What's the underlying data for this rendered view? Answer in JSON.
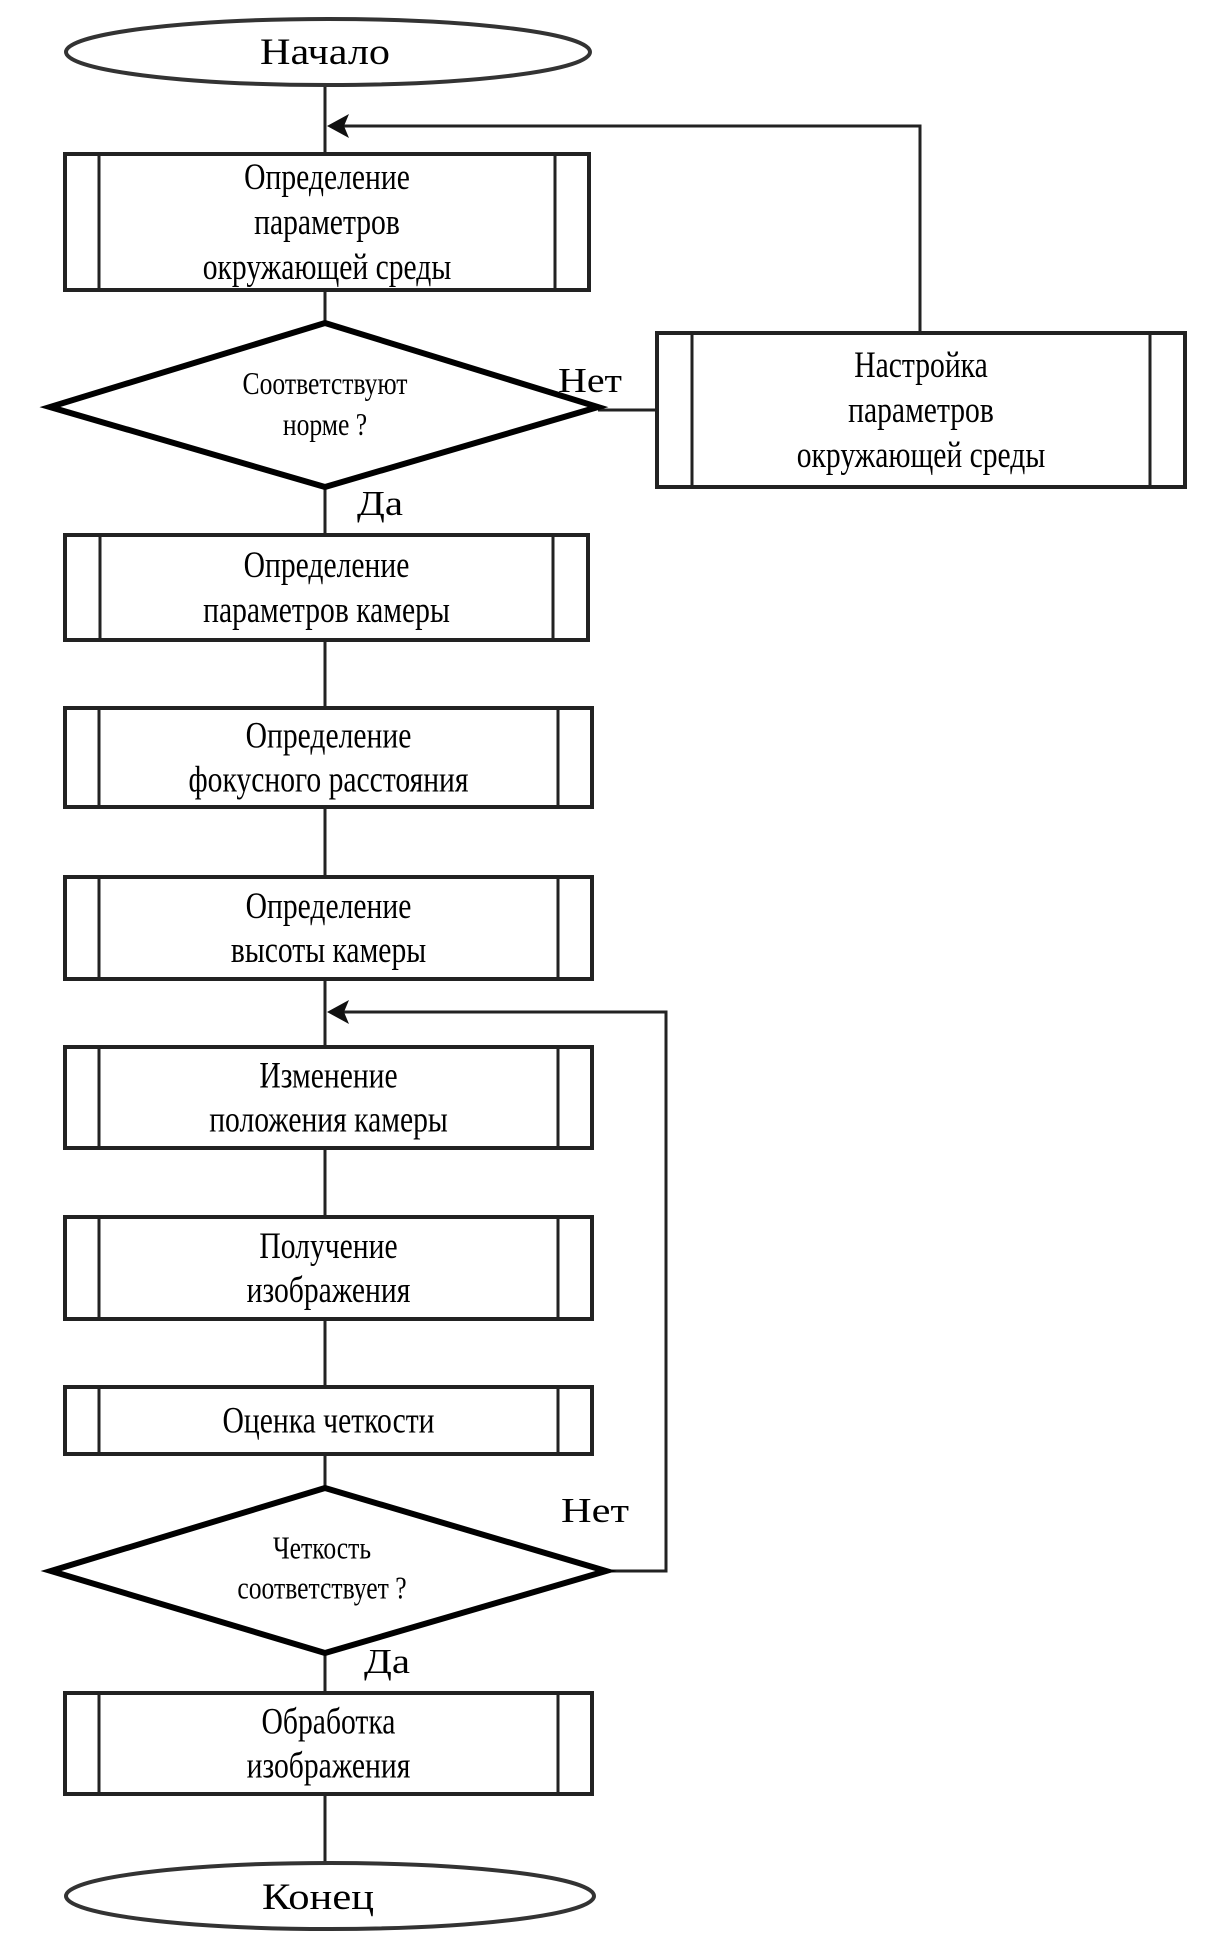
{
  "diagram": {
    "type": "flowchart",
    "colors": {
      "line": "#222222",
      "background": "#ffffff",
      "text": "#000000"
    },
    "nodes": {
      "start": {
        "shape": "terminator",
        "label": "Начало"
      },
      "env_params": {
        "shape": "predefined-process",
        "lines": [
          "Определение",
          "параметров",
          "окружающей среды"
        ]
      },
      "env_check": {
        "shape": "decision",
        "lines": [
          "Соответствуют",
          "норме ?"
        ]
      },
      "env_adjust": {
        "shape": "predefined-process",
        "lines": [
          "Настройка",
          "параметров",
          "окружающей среды"
        ]
      },
      "camera_params": {
        "shape": "predefined-process",
        "lines": [
          "Определение",
          "параметров камеры"
        ]
      },
      "focal_length": {
        "shape": "predefined-process",
        "lines": [
          "Определение",
          "фокусного расстояния"
        ]
      },
      "camera_height": {
        "shape": "predefined-process",
        "lines": [
          "Определение",
          "высоты камеры"
        ]
      },
      "camera_position": {
        "shape": "predefined-process",
        "lines": [
          "Изменение",
          "положения камеры"
        ]
      },
      "get_image": {
        "shape": "predefined-process",
        "lines": [
          "Получение",
          "изображения"
        ]
      },
      "sharpness_eval": {
        "shape": "predefined-process",
        "lines": [
          "Оценка четкости"
        ]
      },
      "sharpness_check": {
        "shape": "decision",
        "lines": [
          "Четкость",
          "соответствует ?"
        ]
      },
      "process_image": {
        "shape": "predefined-process",
        "lines": [
          "Обработка",
          "изображения"
        ]
      },
      "end": {
        "shape": "terminator",
        "label": "Конец"
      }
    },
    "edge_labels": {
      "env_no": "Нет",
      "env_yes": "Да",
      "sharp_no": "Нет",
      "sharp_yes": "Да"
    },
    "edges": [
      {
        "from": "start",
        "to": "env_params"
      },
      {
        "from": "env_params",
        "to": "env_check"
      },
      {
        "from": "env_check",
        "to": "env_adjust",
        "label": "Нет"
      },
      {
        "from": "env_adjust",
        "to": "env_params"
      },
      {
        "from": "env_check",
        "to": "camera_params",
        "label": "Да"
      },
      {
        "from": "camera_params",
        "to": "focal_length"
      },
      {
        "from": "focal_length",
        "to": "camera_height"
      },
      {
        "from": "camera_height",
        "to": "camera_position"
      },
      {
        "from": "camera_position",
        "to": "get_image"
      },
      {
        "from": "get_image",
        "to": "sharpness_eval"
      },
      {
        "from": "sharpness_eval",
        "to": "sharpness_check"
      },
      {
        "from": "sharpness_check",
        "to": "camera_position",
        "label": "Нет"
      },
      {
        "from": "sharpness_check",
        "to": "process_image",
        "label": "Да"
      },
      {
        "from": "process_image",
        "to": "end"
      }
    ]
  }
}
